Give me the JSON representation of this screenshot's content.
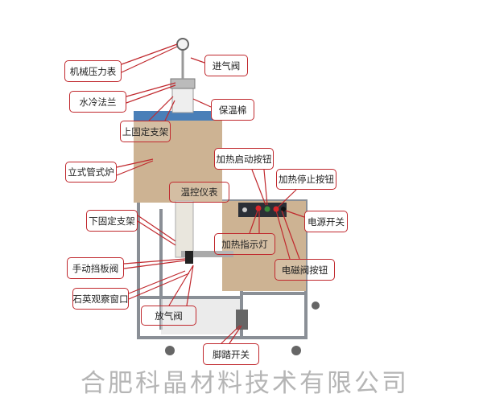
{
  "watermark": "合肥科晶材料技术有限公司",
  "labels": {
    "pressure_gauge": "机械压力表",
    "inlet_valve": "进气阀",
    "water_cooled_flange": "水冷法兰",
    "insulation": "保温棉",
    "upper_bracket": "上固定支架",
    "vertical_tube_furnace": "立式管式炉",
    "heat_start_button": "加热启动按钮",
    "heat_stop_button": "加热停止按钮",
    "temp_controller": "温控仪表",
    "power_switch": "电源开关",
    "lower_bracket": "下固定支架",
    "heat_indicator": "加热指示灯",
    "manual_gate_valve": "手动挡板阀",
    "solenoid_button": "电磁阀按钮",
    "quartz_window": "石英观察窗口",
    "vent_valve": "放气阀",
    "foot_switch": "脚踏开关"
  },
  "colors": {
    "accent": "#c0282d",
    "furnace": "#cdb393",
    "top": "#4a7fb8"
  }
}
